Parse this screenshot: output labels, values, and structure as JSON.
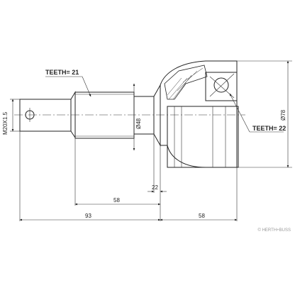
{
  "labels": {
    "teeth_shaft": "TEETH= 21",
    "teeth_housing": "TEETH= 22",
    "thread": "M20X1.5",
    "shaft_dia": "Ø48",
    "housing_dia": "Ø78",
    "dim_22": "22",
    "dim_58_shaft": "58",
    "dim_93": "93",
    "dim_58_housing": "58"
  },
  "watermark": "© HERTH+BUSS"
}
